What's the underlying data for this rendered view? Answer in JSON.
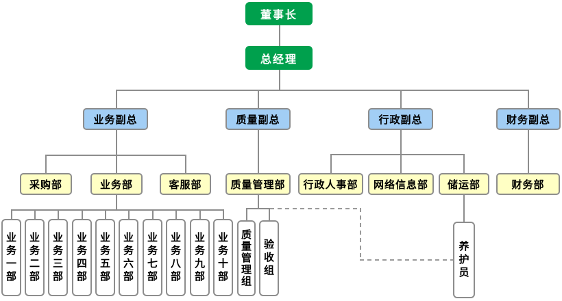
{
  "diagram": {
    "type": "org-chart",
    "colors": {
      "executive_fill": "#00A04D",
      "executive_text": "#FFFFFF",
      "vp_fill": "#A2CEF5",
      "department_fill": "#FFFFC4",
      "unit_fill": "#FFFFFF",
      "box_border": "#8D8D8D",
      "connector_line": "#8D8D8D",
      "text": "#000000"
    }
  },
  "nodes": {
    "chairman": {
      "label": "董事长"
    },
    "general_manager": {
      "label": "总经理"
    },
    "vp_business": {
      "label": "业务副总"
    },
    "vp_quality": {
      "label": "质量副总"
    },
    "vp_admin": {
      "label": "行政副总"
    },
    "vp_finance": {
      "label": "财务副总"
    },
    "dept_purchasing": {
      "label": "采购部"
    },
    "dept_business": {
      "label": "业务部"
    },
    "dept_service": {
      "label": "客服部"
    },
    "dept_quality_mgmt": {
      "label": "质量管理部"
    },
    "dept_admin_hr": {
      "label": "行政人事部"
    },
    "dept_network_info": {
      "label": "网络信息部"
    },
    "dept_storage_transport": {
      "label": "储运部"
    },
    "dept_finance": {
      "label": "财务部"
    },
    "biz_01": {
      "label": "业务一部"
    },
    "biz_02": {
      "label": "业务二部"
    },
    "biz_03": {
      "label": "业务三部"
    },
    "biz_04": {
      "label": "业务四部"
    },
    "biz_05": {
      "label": "业务五部"
    },
    "biz_06": {
      "label": "业务六部"
    },
    "biz_07": {
      "label": "业务七部"
    },
    "biz_08": {
      "label": "业务八部"
    },
    "biz_09": {
      "label": "业务九部"
    },
    "biz_10": {
      "label": "业务十部"
    },
    "group_quality_mgmt": {
      "label": "质量管理组"
    },
    "group_acceptance": {
      "label": "验收组"
    },
    "caretaker": {
      "label": "养护员"
    }
  },
  "hierarchy": {
    "董事长": [
      "总经理"
    ],
    "总经理": [
      "业务副总",
      "质量副总",
      "行政副总",
      "财务副总"
    ],
    "业务副总": [
      "采购部",
      "业务部",
      "客服部"
    ],
    "质量副总": [
      "质量管理部"
    ],
    "行政副总": [
      "行政人事部",
      "网络信息部",
      "储运部"
    ],
    "财务副总": [
      "财务部"
    ],
    "业务部": [
      "业务一部",
      "业务二部",
      "业务三部",
      "业务四部",
      "业务五部",
      "业务六部",
      "业务七部",
      "业务八部",
      "业务九部",
      "业务十部"
    ],
    "质量管理部": [
      "质量管理组",
      "验收组"
    ],
    "储运部": [
      "养护员"
    ],
    "dashed_links": [
      {
        "from": "质量管理部",
        "to": "养护员",
        "style": "dashed"
      }
    ]
  }
}
